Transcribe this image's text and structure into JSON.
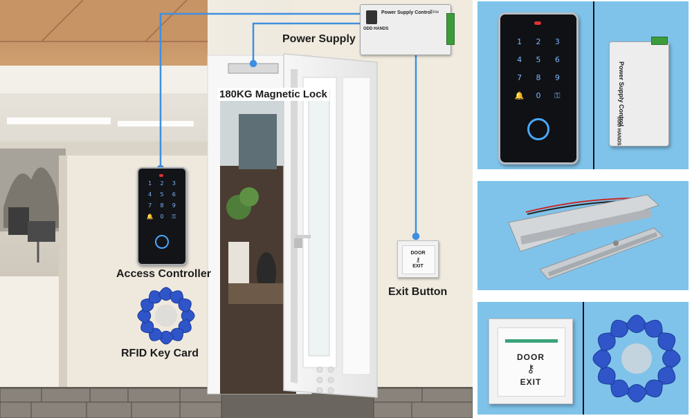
{
  "labels": {
    "power_supply": "Power Supply",
    "magnetic_lock": "180KG Magnetic Lock",
    "access_controller": "Access Controller",
    "rfid_key_card": "RFID Key Card",
    "exit_button": "Exit Button"
  },
  "power_supply_unit": {
    "title": "Power Supply Control",
    "brand": "ODD HANDS",
    "time_label": "Time"
  },
  "keypad": {
    "keys": [
      "1",
      "2",
      "3",
      "4",
      "5",
      "6",
      "7",
      "8",
      "9",
      "🔔",
      "0",
      "⚿"
    ]
  },
  "exit_plate": {
    "line1": "DOOR",
    "line2": "EXIT"
  },
  "colors": {
    "panel_blue": "#7fc3ea",
    "wire_blue": "#3f8fe0",
    "fob_blue": "#2f55c8"
  }
}
